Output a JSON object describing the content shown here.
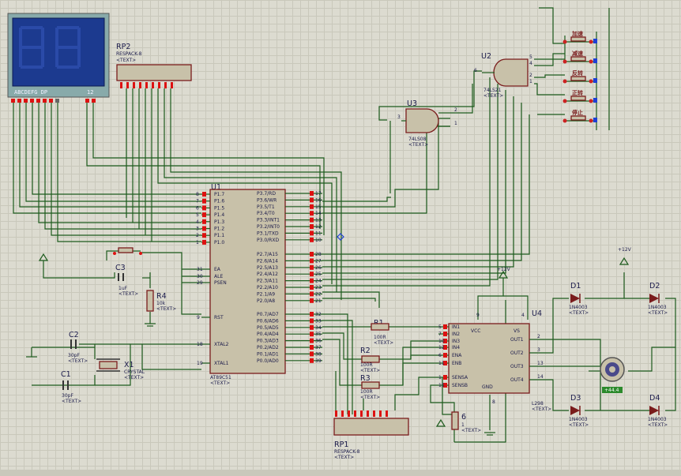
{
  "lcd": {
    "segments_label": "ABCDEFG  DP",
    "digits_label": "12"
  },
  "u1": {
    "ref": "U1",
    "name": "AT89C51",
    "text": "<TEXT>",
    "left_pins": [
      {
        "num": "8",
        "label": "P1.7"
      },
      {
        "num": "7",
        "label": "P1.6"
      },
      {
        "num": "6",
        "label": "P1.5"
      },
      {
        "num": "5",
        "label": "P1.4"
      },
      {
        "num": "4",
        "label": "P1.3"
      },
      {
        "num": "3",
        "label": "P1.2"
      },
      {
        "num": "2",
        "label": "P1.1"
      },
      {
        "num": "1",
        "label": "P1.0"
      }
    ],
    "ctrl_pins": [
      {
        "num": "31",
        "label": "EA"
      },
      {
        "num": "30",
        "label": "ALE"
      },
      {
        "num": "29",
        "label": "PSEN"
      },
      {
        "num": "9",
        "label": "RST"
      },
      {
        "num": "18",
        "label": "XTAL2"
      },
      {
        "num": "19",
        "label": "XTAL1"
      }
    ],
    "p3_pins": [
      {
        "num": "17",
        "label": "P3.7/RD"
      },
      {
        "num": "16",
        "label": "P3.6/WR"
      },
      {
        "num": "15",
        "label": "P3.5/T1"
      },
      {
        "num": "14",
        "label": "P3.4/T0"
      },
      {
        "num": "13",
        "label": "P3.3/INT1"
      },
      {
        "num": "12",
        "label": "P3.2/INT0"
      },
      {
        "num": "11",
        "label": "P3.1/TXD"
      },
      {
        "num": "10",
        "label": "P3.0/RXD"
      }
    ],
    "p2_pins": [
      {
        "num": "28",
        "label": "P2.7/A15"
      },
      {
        "num": "27",
        "label": "P2.6/A14"
      },
      {
        "num": "26",
        "label": "P2.5/A13"
      },
      {
        "num": "25",
        "label": "P2.4/A12"
      },
      {
        "num": "24",
        "label": "P2.3/A11"
      },
      {
        "num": "23",
        "label": "P2.2/A10"
      },
      {
        "num": "22",
        "label": "P2.1/A9"
      },
      {
        "num": "21",
        "label": "P2.0/A8"
      }
    ],
    "p0_pins": [
      {
        "num": "32",
        "label": "P0.7/AD7"
      },
      {
        "num": "33",
        "label": "P0.6/AD6"
      },
      {
        "num": "34",
        "label": "P0.5/AD5"
      },
      {
        "num": "35",
        "label": "P0.4/AD4"
      },
      {
        "num": "36",
        "label": "P0.3/AD3"
      },
      {
        "num": "37",
        "label": "P0.2/AD2"
      },
      {
        "num": "38",
        "label": "P0.1/AD1"
      },
      {
        "num": "39",
        "label": "P0.0/AD0"
      }
    ]
  },
  "rp2": {
    "ref": "RP2",
    "name": "RESPACK-8",
    "text": "<TEXT>"
  },
  "rp1": {
    "ref": "RP1",
    "name": "RESPACK-8",
    "text": "<TEXT>"
  },
  "u2": {
    "ref": "U2",
    "name": "74LS21",
    "text": "<TEXT>",
    "pins": [
      "5",
      "4",
      "2",
      "1",
      "6"
    ]
  },
  "u3": {
    "ref": "U3",
    "name": "74LS08",
    "text": "<TEXT>",
    "pins": [
      "2",
      "1",
      "3"
    ]
  },
  "buttons": [
    "加速",
    "减速",
    "反转",
    "正转",
    "停止"
  ],
  "c3": {
    "ref": "C3",
    "value": "1uF",
    "text": "<TEXT>"
  },
  "r4": {
    "ref": "R4",
    "value": "10k",
    "text": "<TEXT>"
  },
  "c2": {
    "ref": "C2",
    "value": "30pF",
    "text": "<TEXT>"
  },
  "c1": {
    "ref": "C1",
    "value": "30pF",
    "text": "<TEXT>"
  },
  "x1": {
    "ref": "X1",
    "value": "CRYSTAL",
    "text": "<TEXT>"
  },
  "r1": {
    "ref": "R1",
    "value": "100R",
    "text": "<TEXT>"
  },
  "r2": {
    "ref": "R2",
    "value": "100R",
    "text": "<TEXT>"
  },
  "r3": {
    "ref": "R3",
    "value": "100R",
    "text": "<TEXT>"
  },
  "u4": {
    "ref": "U4",
    "name": "L298",
    "text": "<TEXT>",
    "left_pins": [
      {
        "num": "5",
        "label": "IN1"
      },
      {
        "num": "7",
        "label": "IN2"
      },
      {
        "num": "10",
        "label": "IN3"
      },
      {
        "num": "12",
        "label": "IN4"
      },
      {
        "num": "6",
        "label": "ENA"
      },
      {
        "num": "11",
        "label": "ENB"
      },
      {
        "num": "1",
        "label": "SENSA"
      },
      {
        "num": "15",
        "label": "SENSB"
      }
    ],
    "right_pins": [
      {
        "num": "2",
        "label": "OUT1"
      },
      {
        "num": "3",
        "label": "OUT2"
      },
      {
        "num": "13",
        "label": "OUT3"
      },
      {
        "num": "14",
        "label": "OUT4"
      }
    ],
    "top_pins": [
      {
        "num": "9",
        "label": "VCC"
      },
      {
        "num": "4",
        "label": "VS"
      }
    ],
    "bottom_pin": {
      "num": "8",
      "label": "GND"
    }
  },
  "power": {
    "v12a": "+12V",
    "v12b": "+12V"
  },
  "diodes": [
    {
      "ref": "D1",
      "value": "1N4003",
      "text": "<TEXT>"
    },
    {
      "ref": "D2",
      "value": "1N4003",
      "text": "<TEXT>"
    },
    {
      "ref": "D3",
      "value": "1N4003",
      "text": "<TEXT>"
    },
    {
      "ref": "D4",
      "value": "1N4003",
      "text": "<TEXT>"
    }
  ],
  "pot": {
    "ref": "6",
    "value": "1",
    "text": "<TEXT>"
  },
  "motor": {
    "label": "+44.4"
  }
}
